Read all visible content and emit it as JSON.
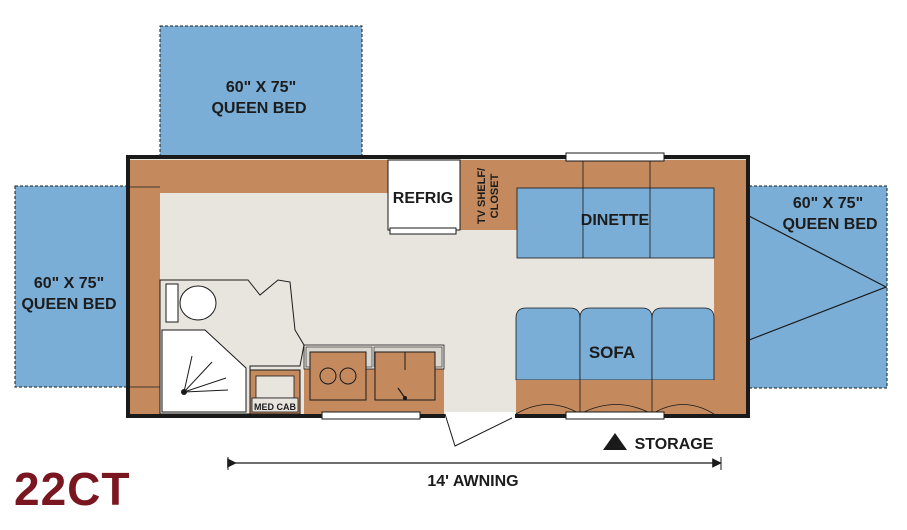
{
  "plan": {
    "model": "22CT",
    "beds": {
      "top": {
        "size": "60\" X 75\"",
        "name": "QUEEN BED"
      },
      "left": {
        "size": "60\" X 75\"",
        "name": "QUEEN BED"
      },
      "right": {
        "size": "60\" X 75\"",
        "name": "QUEEN BED"
      }
    },
    "labels": {
      "refrig": "REFRIG",
      "tv_shelf_line1": "TV SHELF/",
      "tv_shelf_line2": "CLOSET",
      "dinette": "DINETTE",
      "sofa": "SOFA",
      "med_cab": "MED CAB",
      "storage": "STORAGE",
      "awning": "14' AWNING"
    },
    "colors": {
      "bed_blue": "#7aaed6",
      "cabinet_brown": "#c48a5d",
      "floor": "#e8e4de",
      "wall": "#1a1a1a",
      "model_red": "#7a1620"
    }
  }
}
